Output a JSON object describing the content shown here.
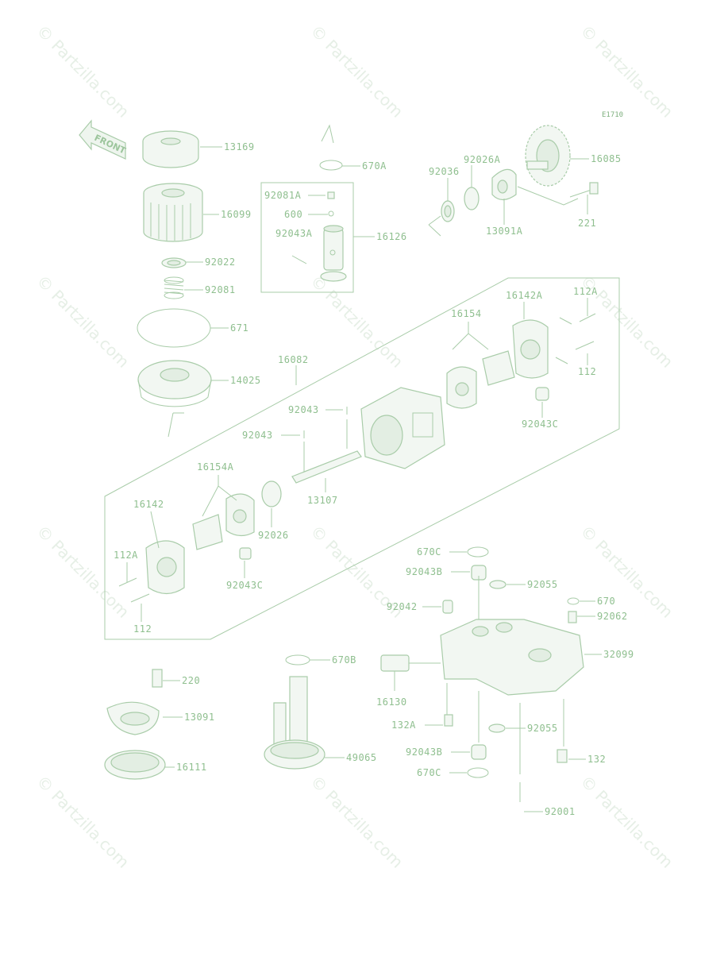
{
  "diagram": {
    "ref_code": "E1710",
    "front_marker": "FRONT",
    "watermark": "© Partzilla.com",
    "callouts": [
      {
        "id": "c-13169",
        "label": "13169"
      },
      {
        "id": "c-16099",
        "label": "16099"
      },
      {
        "id": "c-92022",
        "label": "92022"
      },
      {
        "id": "c-92081",
        "label": "92081"
      },
      {
        "id": "c-671",
        "label": "671"
      },
      {
        "id": "c-14025",
        "label": "14025"
      },
      {
        "id": "c-670A",
        "label": "670A"
      },
      {
        "id": "c-92081A",
        "label": "92081A"
      },
      {
        "id": "c-600",
        "label": "600"
      },
      {
        "id": "c-92043A",
        "label": "92043A"
      },
      {
        "id": "c-16126",
        "label": "16126"
      },
      {
        "id": "c-92026A",
        "label": "92026A"
      },
      {
        "id": "c-92036",
        "label": "92036"
      },
      {
        "id": "c-13091A",
        "label": "13091A"
      },
      {
        "id": "c-16085",
        "label": "16085"
      },
      {
        "id": "c-221",
        "label": "221"
      },
      {
        "id": "c-16082",
        "label": "16082"
      },
      {
        "id": "c-16154",
        "label": "16154"
      },
      {
        "id": "c-16142A",
        "label": "16142A"
      },
      {
        "id": "c-112A-top",
        "label": "112A"
      },
      {
        "id": "c-112-top",
        "label": "112"
      },
      {
        "id": "c-92043-top",
        "label": "92043"
      },
      {
        "id": "c-92043C-top",
        "label": "92043C"
      },
      {
        "id": "c-92043-mid",
        "label": "92043"
      },
      {
        "id": "c-16154A",
        "label": "16154A"
      },
      {
        "id": "c-13107",
        "label": "13107"
      },
      {
        "id": "c-16142",
        "label": "16142"
      },
      {
        "id": "c-92026",
        "label": "92026"
      },
      {
        "id": "c-112A-bot",
        "label": "112A"
      },
      {
        "id": "c-92043C-bot",
        "label": "92043C"
      },
      {
        "id": "c-112-bot",
        "label": "112"
      },
      {
        "id": "c-670C-top",
        "label": "670C"
      },
      {
        "id": "c-92043B-top",
        "label": "92043B"
      },
      {
        "id": "c-92055-top",
        "label": "92055"
      },
      {
        "id": "c-92042",
        "label": "92042"
      },
      {
        "id": "c-670",
        "label": "670"
      },
      {
        "id": "c-92062",
        "label": "92062"
      },
      {
        "id": "c-32099",
        "label": "32099"
      },
      {
        "id": "c-16130",
        "label": "16130"
      },
      {
        "id": "c-132A",
        "label": "132A"
      },
      {
        "id": "c-92055-bot",
        "label": "92055"
      },
      {
        "id": "c-92043B-bot",
        "label": "92043B"
      },
      {
        "id": "c-132",
        "label": "132"
      },
      {
        "id": "c-670C-bot",
        "label": "670C"
      },
      {
        "id": "c-92001",
        "label": "92001"
      },
      {
        "id": "c-220",
        "label": "220"
      },
      {
        "id": "c-13091",
        "label": "13091"
      },
      {
        "id": "c-16111",
        "label": "16111"
      },
      {
        "id": "c-670B",
        "label": "670B"
      },
      {
        "id": "c-49065",
        "label": "49065"
      }
    ]
  }
}
